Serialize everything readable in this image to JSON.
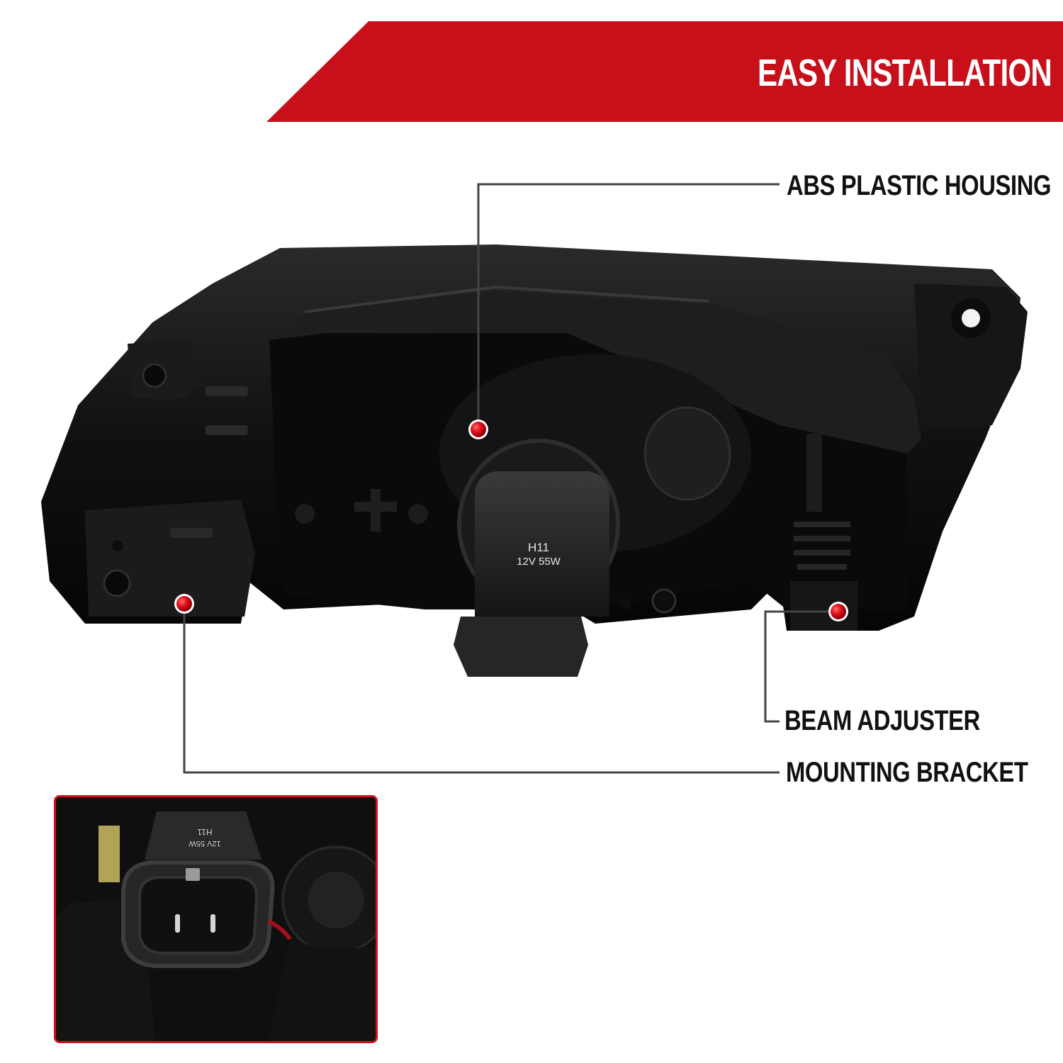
{
  "banner": {
    "title": "EASY INSTALLATION",
    "color": "#c8101b"
  },
  "callouts": [
    {
      "label": "ABS PLASTIC HOUSING"
    },
    {
      "label": "BEAM ADJUSTER"
    },
    {
      "label": "MOUNTING BRACKET"
    }
  ],
  "bulb": {
    "line1": "H11",
    "line2": "12V 55W"
  },
  "inset_bulb": {
    "line1": "H11",
    "line2": "12V 55W"
  },
  "colors": {
    "accent": "#c8101b",
    "marker": "#e0101b",
    "housing": "#111111",
    "leader": "#444444"
  }
}
